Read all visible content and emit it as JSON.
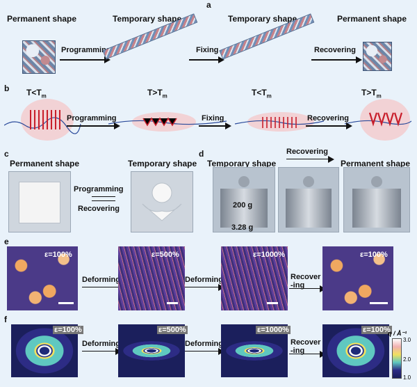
{
  "panel_a": {
    "letter": "a",
    "titles": [
      "Permanent shape",
      "Temporary shape",
      "Temporary shape",
      "Permanent shape"
    ],
    "arrows": [
      "Programming",
      "Fixing",
      "Recovering"
    ]
  },
  "panel_b": {
    "letter": "b",
    "temps": [
      "T<T",
      "T>T",
      "T<T",
      "T>T"
    ],
    "temp_sub": "m",
    "arrows": [
      "Programming",
      "Fixing",
      "Recovering"
    ]
  },
  "panel_c": {
    "letter": "c",
    "titles": [
      "Permanent shape",
      "Temporary shape"
    ],
    "arrows": [
      "Programming",
      "Recovering"
    ]
  },
  "panel_d": {
    "letter": "d",
    "titles": [
      "Temporary shape",
      "Permanent shape"
    ],
    "arrow": "Recovering",
    "weight_label": "200 g",
    "mass_label": "3.28 g"
  },
  "panel_e": {
    "letter": "e",
    "strains": [
      "ε=100%",
      "ε=500%",
      "ε=1000%",
      "ε=100%"
    ],
    "arrows": [
      "Deforming",
      "Deforming",
      "Recover\n-ing"
    ]
  },
  "panel_f": {
    "letter": "f",
    "strains": [
      "ε=100%",
      "ε=500%",
      "ε=1000%",
      "ε=100%"
    ],
    "arrows": [
      "Deforming",
      "Deforming",
      "Recover\n-ing"
    ],
    "colorbar": {
      "label": "q / Å⁻¹",
      "ticks": [
        "3.0",
        "2.0",
        "1.0"
      ]
    }
  }
}
